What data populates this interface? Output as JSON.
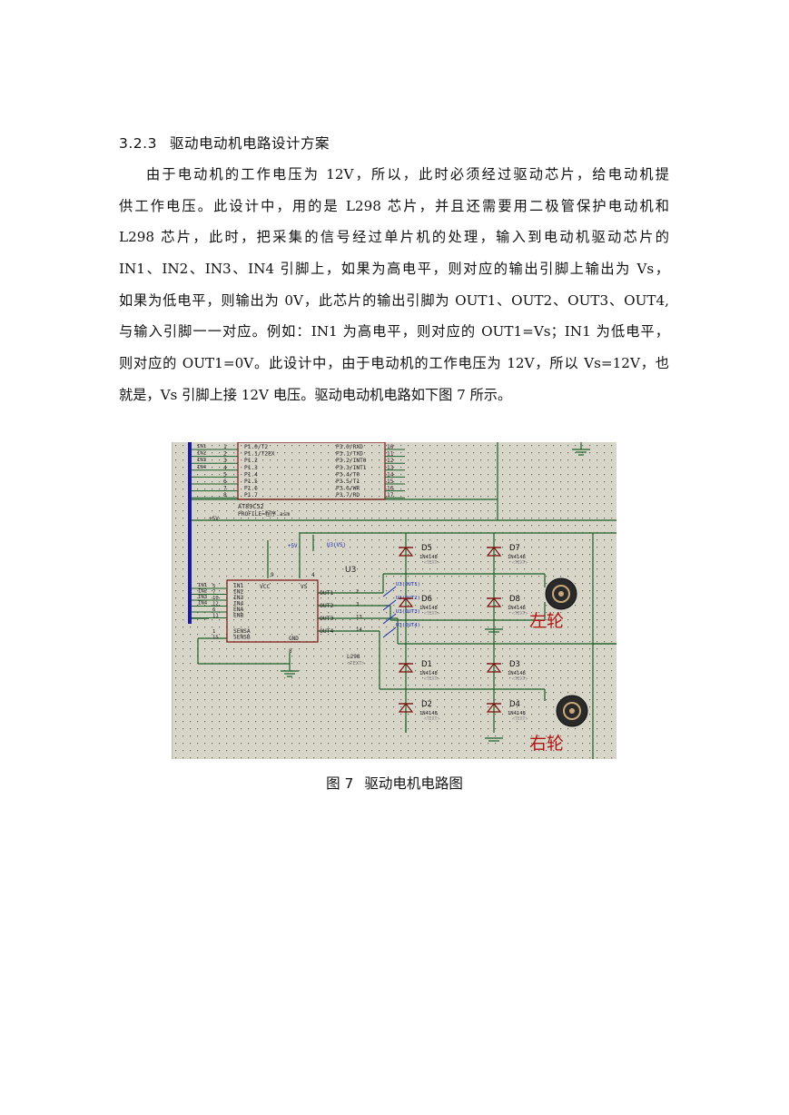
{
  "section": {
    "number": "3.2.3",
    "title": "驱动电动机电路设计方案"
  },
  "paragraph_lines": [
    "由于电动机的工作电压为 12V，所以，此时必须经过驱动芯片，给电动机提",
    "供工作电压。此设计中，用的是 L298 芯片，并且还需要用二极管保护电动机和",
    "L298 芯片，此时，把采集的信号经过单片机的处理，输入到电动机驱动芯片的",
    "IN1、IN2、IN3、IN4 引脚上，如果为高电平，则对应的输出引脚上输出为 Vs，",
    "如果为低电平，则输出为 0V，此芯片的输出引脚为 OUT1、OUT2、OUT3、OUT4,",
    "与输入引脚一一对应。例如：IN1 为高电平，则对应的 OUT1=Vs；IN1 为低电平，",
    "则对应的 OUT1=0V。此设计中，由于电动机的工作电压为 12V，所以 Vs=12V，也",
    "就是，Vs 引脚上接 12V 电压。驱动电动机电路如下图 7 所示。"
  ],
  "figure": {
    "mcu": {
      "name": "AT89C52",
      "subtitle": "PROFILE=程序.asm",
      "left_pins": [
        "P1.0/T2",
        "P1.1/T2EX",
        "P1.2",
        "P1.3",
        "P1.4",
        "P1.5",
        "P1.6",
        "P1.7"
      ],
      "left_pin_numbers": [
        "1",
        "2",
        "3",
        "4",
        "5",
        "6",
        "7",
        "8"
      ],
      "right_pins": [
        "P3.0/RXD",
        "P3.1/TXD",
        "P3.2/INT0",
        "P3.3/INT1",
        "P3.4/T0",
        "P3.5/T1",
        "P3.6/WR",
        "P3.7/RD"
      ],
      "right_pin_numbers": [
        "10",
        "11",
        "12",
        "13",
        "14",
        "15",
        "16",
        "17"
      ],
      "net_labels": [
        "IN1",
        "IN2",
        "IN3",
        "IN4"
      ]
    },
    "driver": {
      "ref": "U3",
      "name": "L298",
      "text": "<TEXT>",
      "left_pins": [
        "IN1",
        "IN2",
        "IN3",
        "IN4",
        "ENA",
        "ENB",
        "SENSA",
        "SENSB"
      ],
      "left_pin_numbers": [
        "5",
        "7",
        "10",
        "12",
        "6",
        "11",
        "1",
        "15"
      ],
      "net_labels": [
        "IN1",
        "IN2",
        "IN3",
        "IN4"
      ],
      "vcc_label": "VCC",
      "vs_label": "VS",
      "gnd_label": "GND",
      "gnd_pin": "8",
      "vcc_pin": "9",
      "vs_pin": "4",
      "outputs": [
        "OUT1",
        "OUT2",
        "OUT3",
        "OUT4"
      ],
      "output_pin_numbers": [
        "2",
        "3",
        "13",
        "14"
      ],
      "output_labels": [
        "U3(OUT1)",
        "U3(OUT2)",
        "U3(OUT3)",
        "U3(OUT4)"
      ],
      "supply_labels": [
        "+5V",
        "U3(VS)"
      ]
    },
    "mcu_supply": "+5V",
    "diodes": [
      {
        "ref": "D5",
        "part": "1N4148"
      },
      {
        "ref": "D7",
        "part": "1N4148"
      },
      {
        "ref": "D6",
        "part": "1N4148"
      },
      {
        "ref": "D8",
        "part": "1N4148"
      },
      {
        "ref": "D1",
        "part": "1N4148"
      },
      {
        "ref": "D3",
        "part": "1N4148"
      },
      {
        "ref": "D2",
        "part": "1N4148"
      },
      {
        "ref": "D4",
        "part": "1N4148"
      }
    ],
    "diode_text": "<TEXT>",
    "motor_left_label": "左轮",
    "motor_right_label": "右轮"
  },
  "caption": {
    "number": "图 7",
    "title": "驱动电机电路图"
  },
  "colors": {
    "schematic_bg": "#d7d4c8",
    "wire": "#1a5f2a",
    "component": "#7a1010",
    "bus": "#1a1aa8",
    "label_blue": "#1a2ab0",
    "motor_label": "#b01515"
  }
}
